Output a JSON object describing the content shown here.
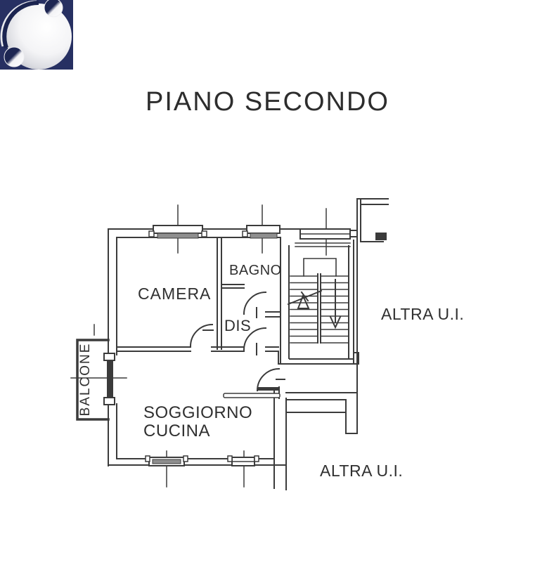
{
  "title": "PIANO SECONDO",
  "plan": {
    "rooms": {
      "camera": "CAMERA",
      "bagno": "BAGNO",
      "dis": "DIS",
      "soggiorno_line1": "SOGGIORNO",
      "soggiorno_line2": "CUCINA",
      "balcone": "BALCONE",
      "altra_ui_top": "ALTRA U.I.",
      "altra_ui_bottom": "ALTRA U.I."
    },
    "line_color": "#3b3b3b",
    "text_color": "#303030",
    "window_hatch_color": "#8f8f8f"
  },
  "logo": {
    "background_color": "#273062",
    "sphere_color": "#f2f2f4",
    "shadow_color": "#1b2450"
  }
}
